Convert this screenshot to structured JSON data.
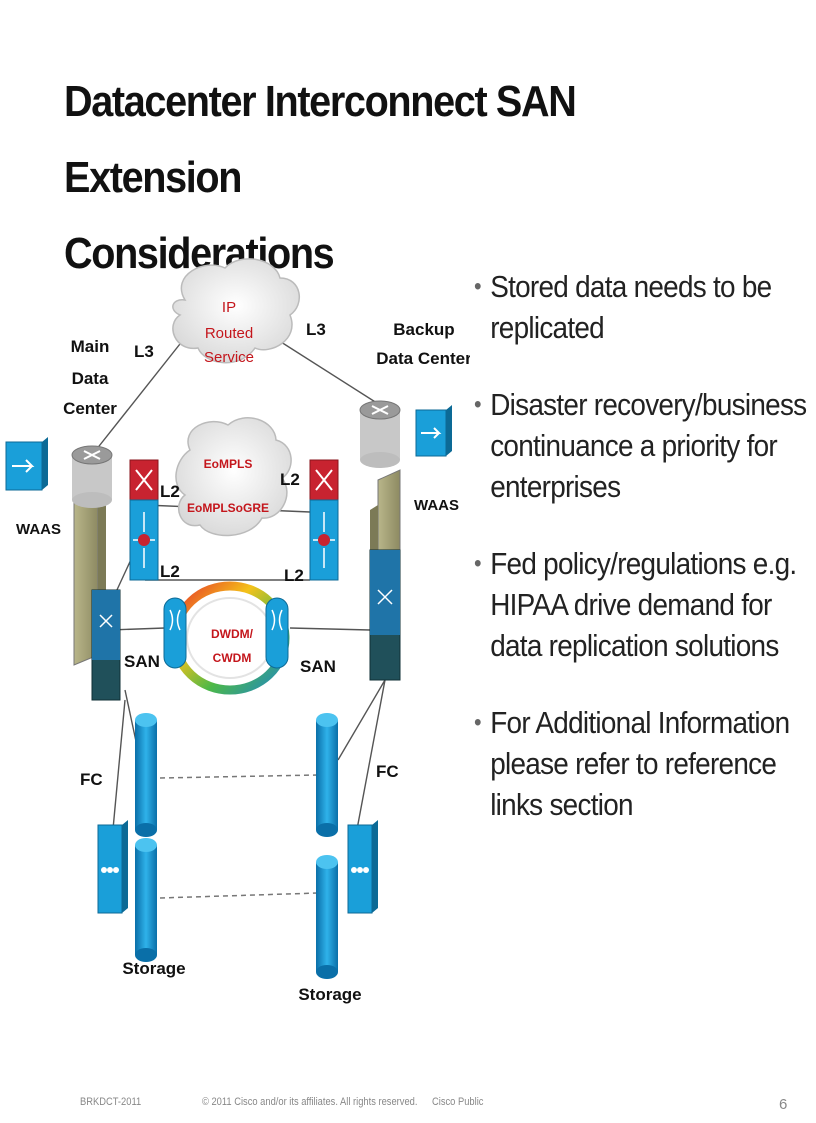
{
  "slide": {
    "title_line1": "Datacenter Interconnect SAN Extension",
    "title_line2": "Considerations",
    "bullets": [
      "Stored data needs to be replicated",
      "Disaster recovery/business continuance a priority for enterprises",
      "Fed policy/regulations e.g. HIPAA drive demand for data replication solutions",
      "For Additional Information please refer to reference links section"
    ],
    "footer": {
      "code": "BRKDCT-2011",
      "copyright": "© 2011 Cisco and/or its affiliates. All rights reserved.",
      "classification": "Cisco Public",
      "page": "6"
    }
  },
  "diagram": {
    "cloud_ip": [
      "IP",
      "Routed",
      "Service"
    ],
    "cloud_eompls": [
      "EoMPLS",
      "EoMPLSoGRE"
    ],
    "ring": [
      "DWDM/",
      "CWDM"
    ],
    "main_dc": [
      "Main",
      "Data",
      "Center"
    ],
    "backup_dc": [
      "Backup",
      "Data Center"
    ],
    "l3": "L3",
    "l2": "L2",
    "waas": "WAAS",
    "san": "SAN",
    "fc": "FC",
    "storage": "Storage",
    "colors": {
      "cloud_text": "#c4161c",
      "line": "#555555",
      "device_blue": "#1a9fd9",
      "router_gray": "#9a9a9a"
    }
  }
}
